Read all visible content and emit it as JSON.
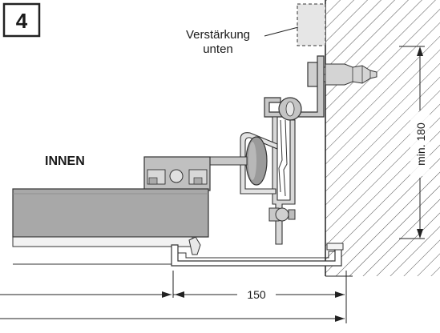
{
  "step_number": "4",
  "labels": {
    "reinforcement_line1": "Verstärkung",
    "reinforcement_line2": "unten",
    "inside": "INNEN"
  },
  "dimensions": {
    "min_height": "min. 180",
    "width": "150"
  }
}
